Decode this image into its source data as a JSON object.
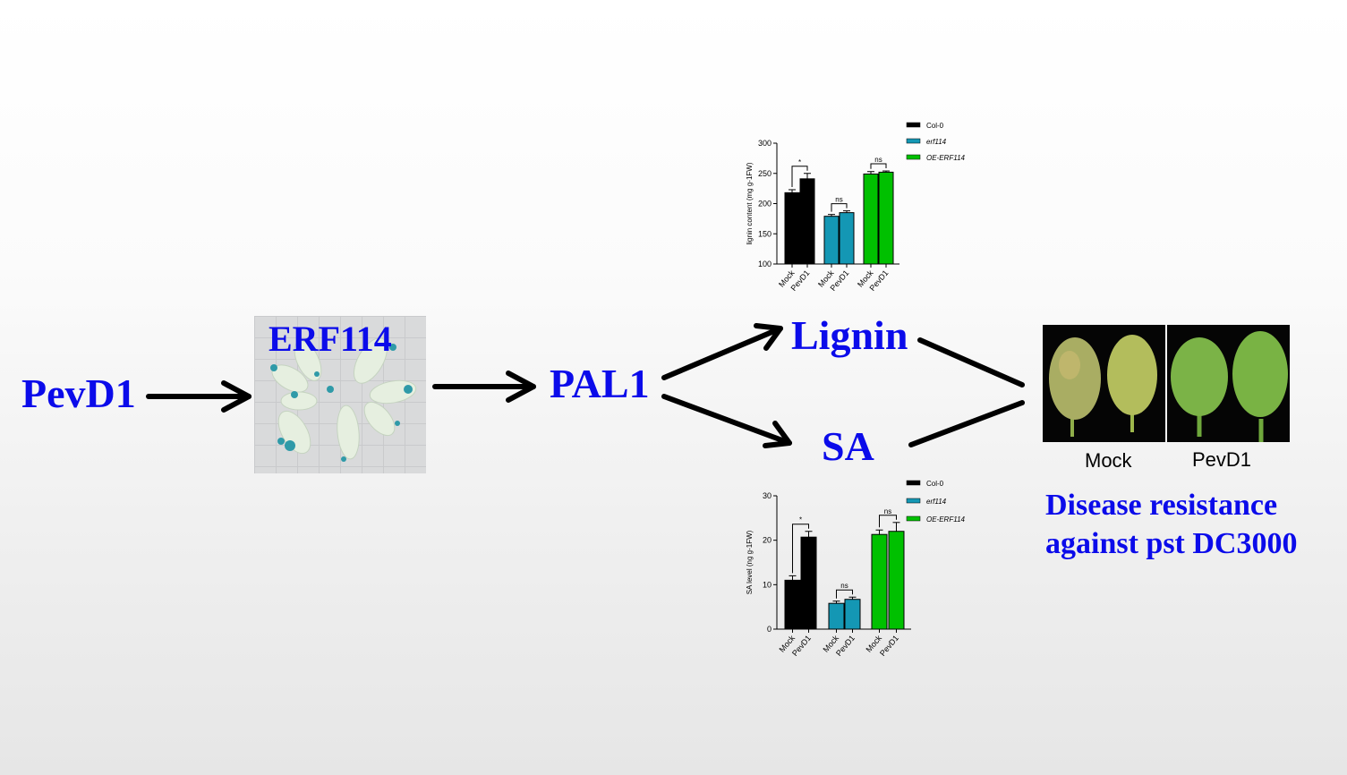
{
  "nodes": {
    "pevd1": "PevD1",
    "erf114": "ERF114",
    "pal1": "PAL1",
    "lignin": "Lignin",
    "sa": "SA"
  },
  "leaf_photo": {
    "mock_label": "Mock",
    "pevd1_label": "PevD1"
  },
  "outcome": {
    "line1": "Disease resistance",
    "line2": "against pst DC3000"
  },
  "colors": {
    "text_blue": "#0b0bea",
    "col0": "#000000",
    "erf114": "#1497b4",
    "oe": "#00c000"
  },
  "chart_data": [
    {
      "type": "bar",
      "title": "",
      "ylabel": "lignin content (mg g-1FW)",
      "ylim": [
        100,
        300
      ],
      "yticks": [
        100,
        150,
        200,
        250,
        300
      ],
      "categories": [
        "Mock",
        "PevD1"
      ],
      "legend": [
        "Col-0",
        "erf114",
        "OE-ERF114"
      ],
      "legend_placement": "top-right",
      "series": [
        {
          "name": "Col-0",
          "values": [
            218,
            241
          ],
          "errors": [
            5,
            9
          ],
          "sig": "*"
        },
        {
          "name": "erf114",
          "values": [
            179,
            185
          ],
          "errors": [
            3,
            3
          ],
          "sig": "ns"
        },
        {
          "name": "OE-ERF114",
          "values": [
            249,
            252
          ],
          "errors": [
            4,
            2
          ],
          "sig": "ns"
        }
      ]
    },
    {
      "type": "bar",
      "title": "",
      "ylabel": "SA level (ng g-1FW)",
      "ylim": [
        0,
        30
      ],
      "yticks": [
        0,
        10,
        20,
        30
      ],
      "categories": [
        "Mock",
        "PevD1"
      ],
      "legend": [
        "Col-0",
        "erf114",
        "OE-ERF114"
      ],
      "legend_placement": "top-right",
      "series": [
        {
          "name": "Col-0",
          "values": [
            11,
            20.7
          ],
          "errors": [
            1,
            1.3
          ],
          "sig": "*"
        },
        {
          "name": "erf114",
          "values": [
            5.8,
            6.7
          ],
          "errors": [
            0.5,
            0.5
          ],
          "sig": "ns"
        },
        {
          "name": "OE-ERF114",
          "values": [
            21.3,
            22
          ],
          "errors": [
            1,
            2
          ],
          "sig": "ns"
        }
      ]
    }
  ]
}
